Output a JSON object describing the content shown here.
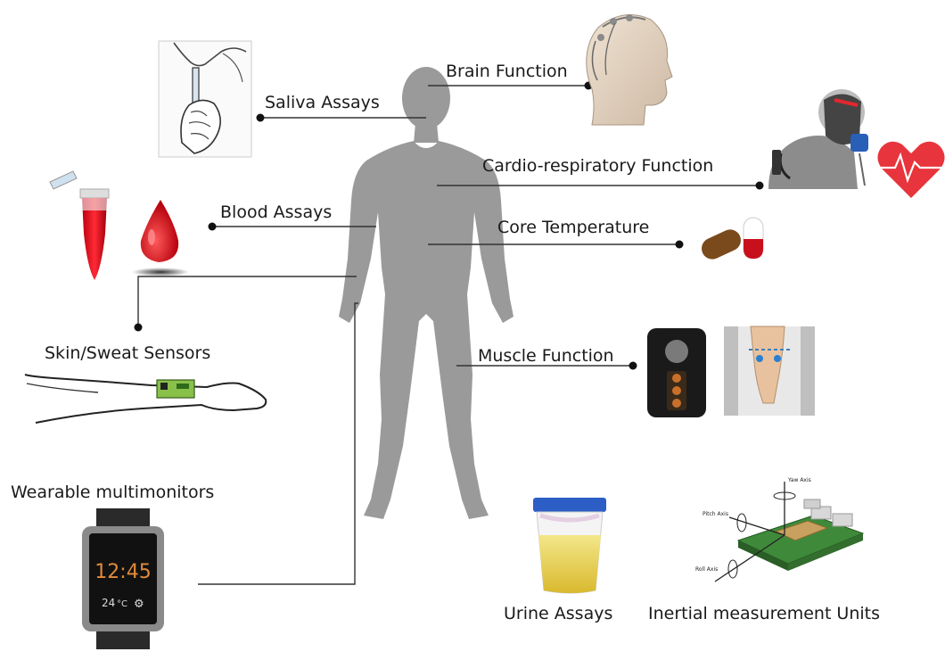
{
  "labels": {
    "brain": "Brain Function",
    "saliva": "Saliva Assays",
    "cardio": "Cardio-respiratory Function",
    "blood": "Blood Assays",
    "core": "Core Temperature",
    "skin": "Skin/Sweat Sensors",
    "muscle": "Muscle Function",
    "wearable": "Wearable multimonitors",
    "urine": "Urine Assays",
    "imu": "Inertial measurement Units"
  },
  "watch": {
    "time": "12:45",
    "temp": "24",
    "unit": "°C"
  },
  "imu_axes": {
    "yaw": "Yaw Axis",
    "pitch": "Pitch Axis",
    "roll": "Roll Axis"
  },
  "colors": {
    "body": "#9a9a9a",
    "blood": "#d8101c",
    "heart": "#e8343c",
    "urine": "#e8d24a",
    "board": "#3f8a3a"
  }
}
